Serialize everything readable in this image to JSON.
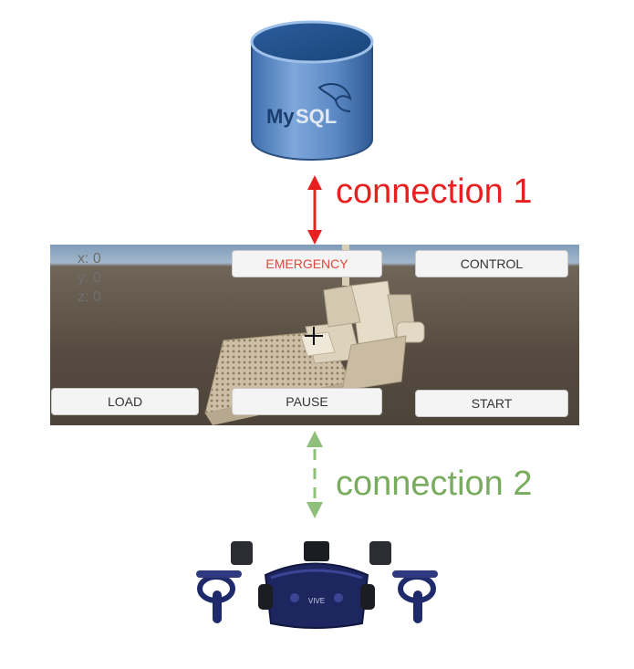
{
  "database": {
    "logo_text": "MySQL",
    "icon": "mysql-database-icon"
  },
  "connections": [
    {
      "label": "connection 1",
      "style": "solid",
      "color": "#e8201f"
    },
    {
      "label": "connection 2",
      "style": "dashed",
      "color": "#79ac5e"
    }
  ],
  "viewport": {
    "coords": {
      "x": "x: 0",
      "y": "y: 0",
      "z": "z: 0"
    },
    "buttons": {
      "emergency": "EMERGENCY",
      "control": "CONTROL",
      "load": "LOAD",
      "pause": "PAUSE",
      "start": "START"
    },
    "emergency_color": "#e0473c"
  },
  "headset": {
    "icon": "vr-headset-icon",
    "brand_text": "VIVE"
  }
}
